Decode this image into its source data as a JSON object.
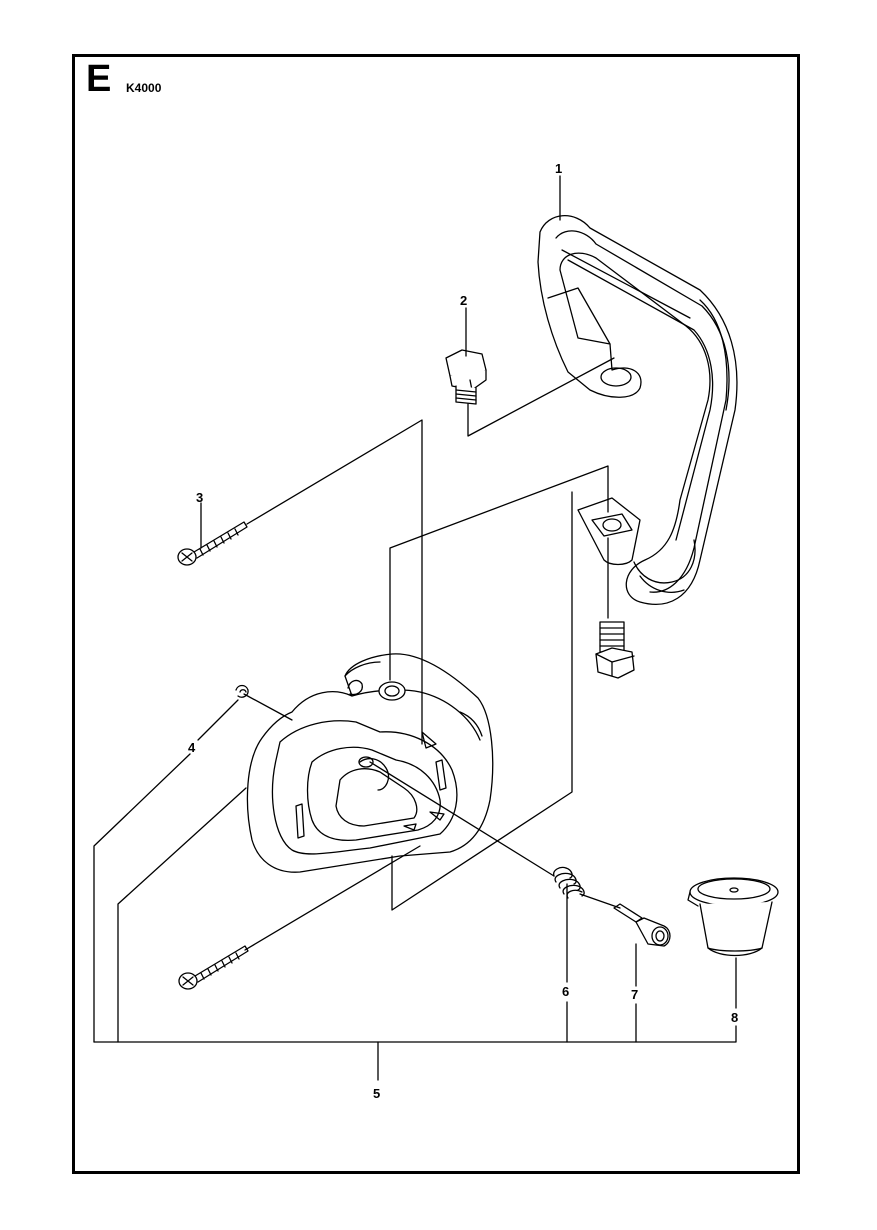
{
  "header": {
    "section": "E",
    "model": "K4000"
  },
  "callouts": {
    "c1": "1",
    "c2": "2",
    "c3": "3",
    "c4": "4",
    "c5": "5",
    "c6": "6",
    "c7": "7",
    "c8": "8"
  },
  "colors": {
    "line": "#000000",
    "background": "#ffffff"
  }
}
